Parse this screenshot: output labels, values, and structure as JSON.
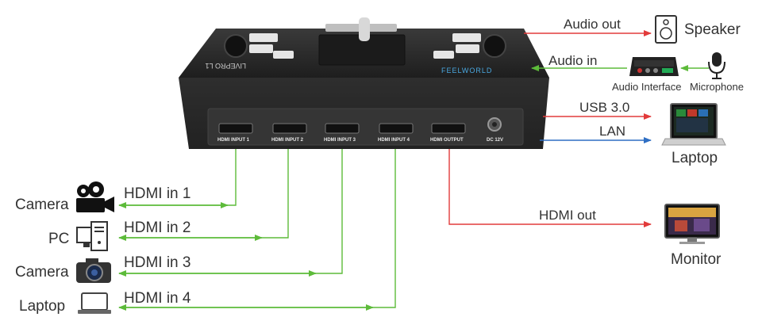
{
  "device": {
    "brand": "FEELWORLD",
    "model": "LIVEPRO L1",
    "ports": [
      "HDMI INPUT 1",
      "HDMI INPUT 2",
      "HDMI INPUT 3",
      "HDMI INPUT 4",
      "HDMI OUTPUT",
      "DC 12V"
    ]
  },
  "sources": [
    {
      "label": "Camera",
      "connection": "HDMI in 1",
      "icon": "video-camera-icon"
    },
    {
      "label": "PC",
      "connection": "HDMI in 2",
      "icon": "pc-icon"
    },
    {
      "label": "Camera",
      "connection": "HDMI in 3",
      "icon": "photo-camera-icon"
    },
    {
      "label": "Laptop",
      "connection": "HDMI in 4",
      "icon": "laptop-icon"
    }
  ],
  "outputs": {
    "audio_out": "Audio out",
    "speaker": "Speaker",
    "audio_in": "Audio in",
    "audio_interface": "Audio Interface",
    "microphone": "Microphone",
    "usb": "USB 3.0",
    "lan": "LAN",
    "laptop": "Laptop",
    "hdmi_out": "HDMI out",
    "monitor": "Monitor"
  },
  "colors": {
    "green_line": "#5dbb3a",
    "red_line": "#e23b3b",
    "blue_line": "#2f6fc4",
    "device_body": "#2b2b2b"
  }
}
